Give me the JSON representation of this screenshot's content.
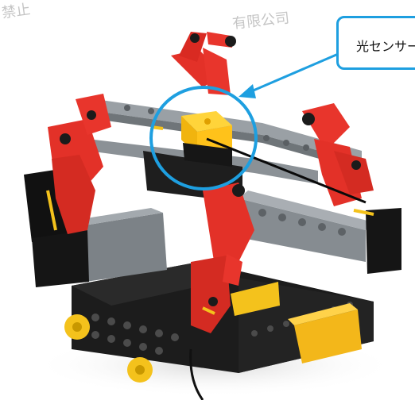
{
  "watermark": {
    "left": "禁止",
    "right": "有限公司"
  },
  "callout": {
    "label": "光センサー"
  },
  "colors": {
    "highlight": "#1e9fe0",
    "brick_red": "#e8352c",
    "brick_black": "#1b1b1b",
    "brick_gray": "#8f969c",
    "sensor_yellow": "#ffc21a"
  },
  "icons": {
    "pointer": "arrow-icon",
    "highlight": "circle-highlight"
  }
}
